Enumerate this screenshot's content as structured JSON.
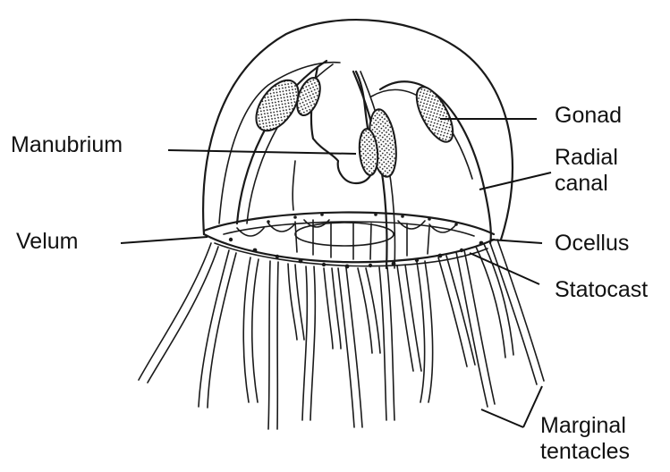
{
  "diagram": {
    "labels": {
      "manubrium": "Manubrium",
      "velum": "Velum",
      "gonad": "Gonad",
      "radial_canal_line1": "Radial",
      "radial_canal_line2": "canal",
      "ocellus": "Ocellus",
      "statocast": "Statocast",
      "marginal_tentacles_line1": "Marginal",
      "marginal_tentacles_line2": "tentacles"
    },
    "colors": {
      "ink": "#1a1a1a",
      "background": "#ffffff"
    }
  }
}
